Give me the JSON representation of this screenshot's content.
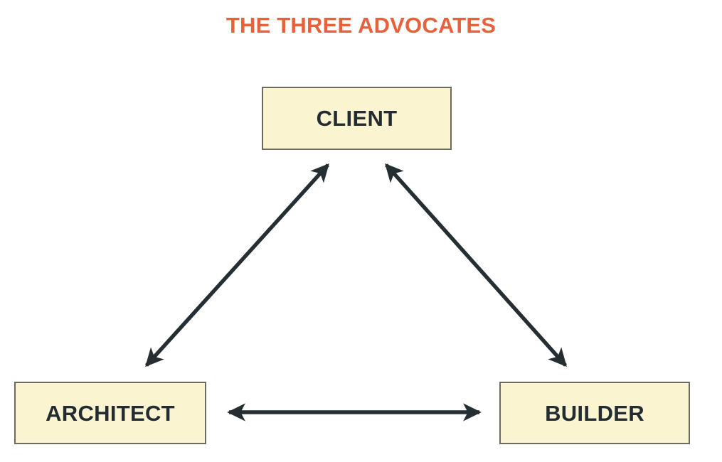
{
  "page": {
    "title": "THE THREE ADVOCATES",
    "background_color": "#FFFFFF",
    "title_color": "#E8603C"
  },
  "diagram": {
    "type": "triangle-relationship-diagram",
    "node_fill_color": "#FBF4D0",
    "node_border_color": "#6B6B60",
    "node_text_color": "#232C31",
    "arrow_color": "#252E33",
    "nodes": [
      {
        "id": "client",
        "label": "CLIENT"
      },
      {
        "id": "architect",
        "label": "ARCHITECT"
      },
      {
        "id": "builder",
        "label": "BUILDER"
      }
    ],
    "connectors": [
      {
        "id": "architect-client",
        "from": "ARCHITECT",
        "to": "CLIENT",
        "style": "double-headed-arrow"
      },
      {
        "id": "client-builder",
        "from": "CLIENT",
        "to": "BUILDER",
        "style": "double-headed-arrow"
      },
      {
        "id": "architect-builder",
        "from": "ARCHITECT",
        "to": "BUILDER",
        "style": "double-headed-arrow"
      }
    ]
  }
}
